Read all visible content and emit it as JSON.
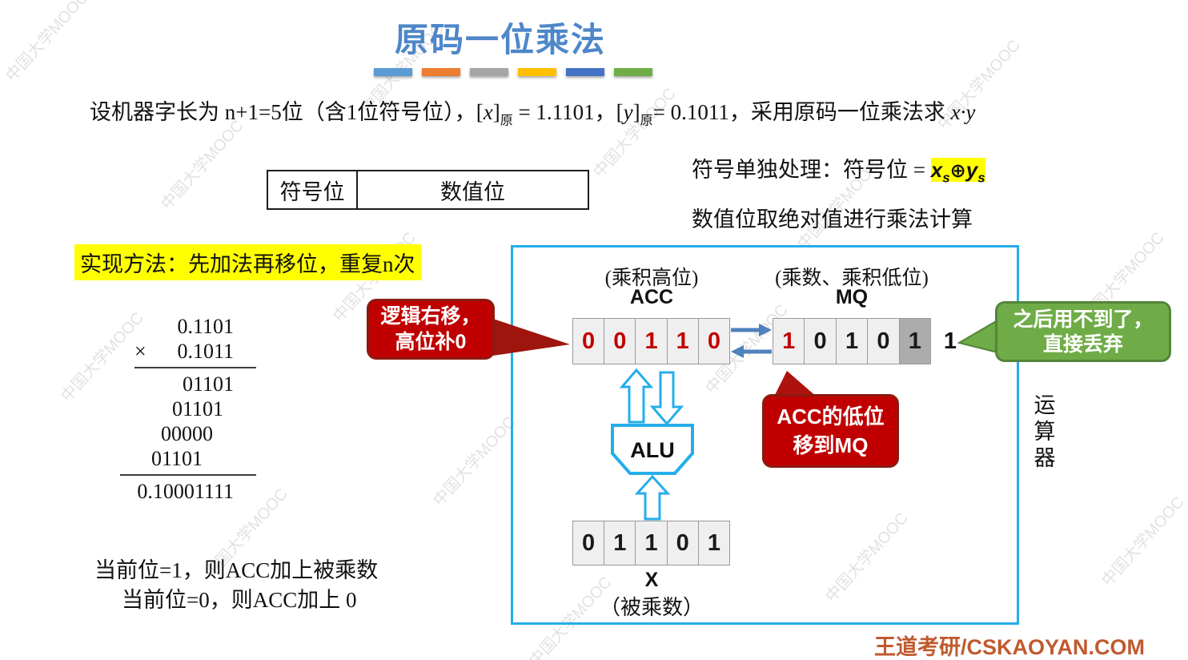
{
  "title": "原码一位乘法",
  "watermark": "中国大学MOOC",
  "intro": {
    "s1": "设机器字长为 n+1=5位（含1位符号位），[",
    "x": "x",
    "s2": "]",
    "xsub": "原",
    "s3": " = 1.1101，[",
    "y": "y",
    "s4": "]",
    "ysub": "原",
    "s5": "= 0.1011，采用原码一位乘法求 ",
    "xy": "x·y"
  },
  "sign_box": {
    "sign": "符号位",
    "value": "数值位"
  },
  "sign_rule": {
    "s1": "符号单独处理：符号位 = ",
    "x": "x",
    "xsub": "s",
    "op": "⊕",
    "y": "y",
    "ysub": "s",
    "line2": "数值位取绝对值进行乘法计算"
  },
  "method": "实现方法：先加法再移位，重复n次",
  "multiplication": {
    "multiplicand": "0.1101",
    "times_sign": "×",
    "multiplier": "0.1011",
    "partials": [
      "01101",
      "01101",
      "00000",
      "01101"
    ],
    "result": "0.10001111"
  },
  "rule_text": {
    "line1": "当前位=1，则ACC加上被乘数",
    "line2": "当前位=0，则ACC加上 0"
  },
  "diagram": {
    "acc": {
      "caption": "(乘积高位)",
      "name": "ACC",
      "bits": [
        "0",
        "0",
        "1",
        "1",
        "0"
      ]
    },
    "mq": {
      "caption": "(乘数、乘积低位)",
      "name": "MQ",
      "bits": [
        "1",
        "0",
        "1",
        "0",
        "1"
      ],
      "dropped_bit": "1"
    },
    "x_reg": {
      "name": "X",
      "caption": "（被乘数）",
      "bits": [
        "0",
        "1",
        "1",
        "0",
        "1"
      ]
    },
    "alu_label": "ALU",
    "unit_chars": [
      "运",
      "算",
      "器"
    ],
    "callout_shift": {
      "line1": "逻辑右移，",
      "line2": "高位补0"
    },
    "callout_acc2mq": {
      "line1": "ACC的低位",
      "line2": "移到MQ"
    },
    "callout_discard": {
      "line1": "之后用不到了，",
      "line2": "直接丢弃"
    }
  },
  "footer": "王道考研/CSKAOYAN.COM",
  "colors": {
    "title": "#4E87C9",
    "box_border": "#25AEE9",
    "register_fill": "#EFEFEF",
    "register_border": "#9A9A9A",
    "shaded_cell": "#ACACAC",
    "bit_red": "#C00000",
    "arrow_blue": "#4F81BD",
    "callout_red": "#C00000",
    "callout_green": "#6FAC47",
    "highlight": "#FFFF00",
    "footer": "#C05A2E",
    "accent_bars": [
      "#5B9BD5",
      "#ED7D31",
      "#A5A5A5",
      "#FFC000",
      "#4472C4",
      "#70AD47"
    ]
  }
}
